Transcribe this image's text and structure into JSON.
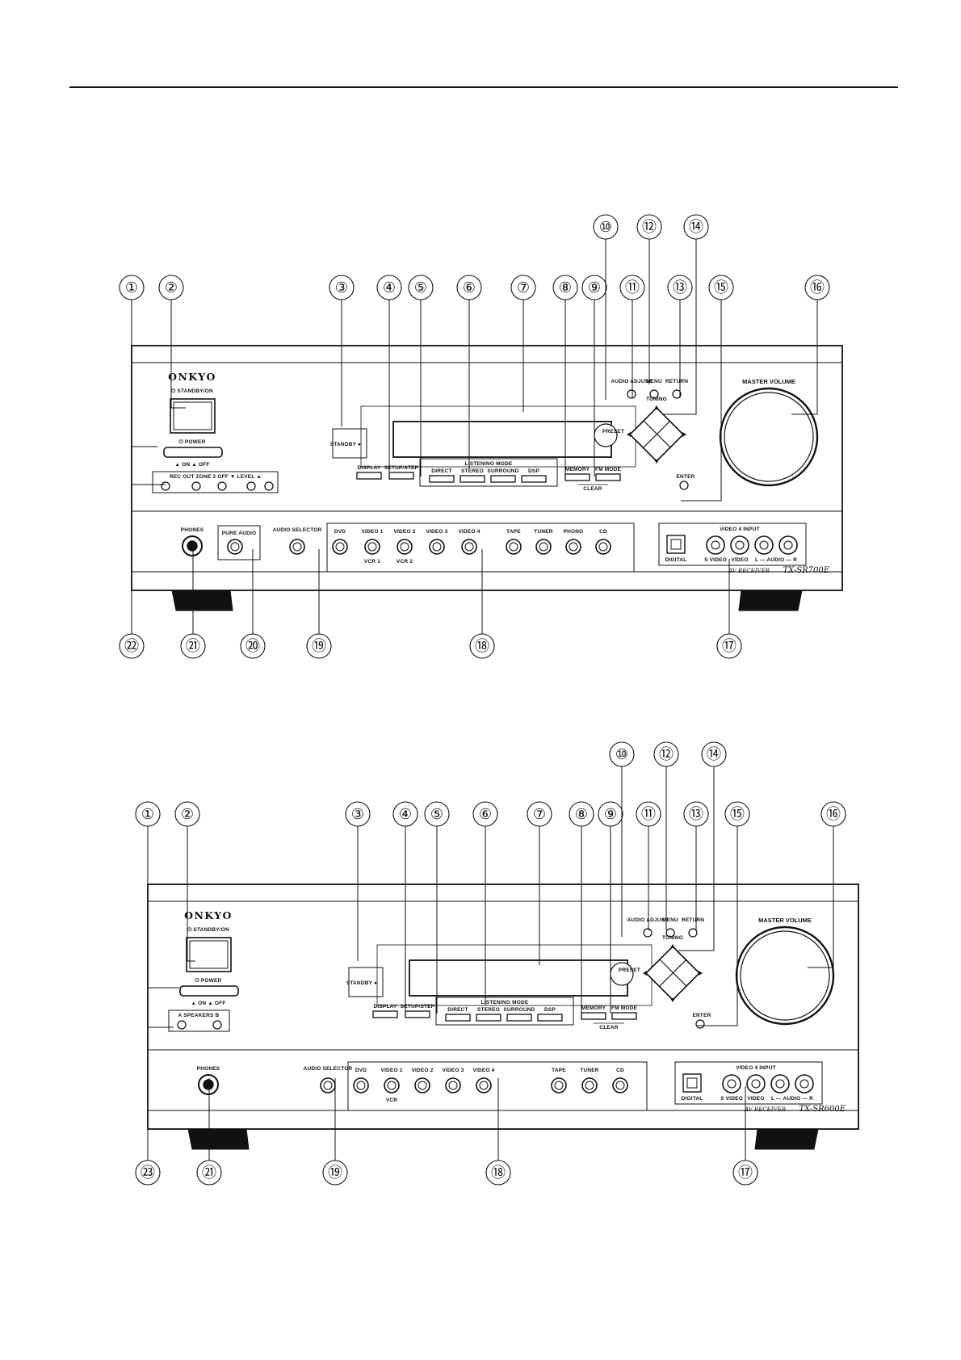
{
  "receivers": [
    {
      "id": "tx-sr700e",
      "brand": "ONKYO",
      "standby_on_label": "⏻ STANDBY/ON",
      "power_label": "⏻ POWER",
      "power_on_off": "▲ ON  ▲ OFF",
      "standby_label": "STANDBY ●",
      "display_label": "DISPLAY",
      "dimmer_label": "SETUP/STEP",
      "listening_mode_label": "LISTENING MODE",
      "listening_modes": [
        "DIRECT",
        "STEREO",
        "SURROUND",
        "DSP"
      ],
      "memory_label": "MEMORY",
      "fm_mode_label": "FM MODE",
      "clear_label": "CLEAR",
      "preset_label": "PRESET",
      "tuning_label": "TUNING",
      "audio_adjust_label": "AUDIO ADJUST",
      "menu_label": "MENU",
      "return_label": "RETURN",
      "enter_label": "ENTER",
      "master_volume_label": "MASTER VOLUME",
      "zone_label": "REC OUT   ZONE 2   OFF   ▼  LEVEL  ▲",
      "phones_label": "PHONES",
      "pure_audio_label": "PURE AUDIO",
      "audio_selector_label": "AUDIO SELECTOR",
      "inputs": [
        "DVD",
        "VIDEO 1",
        "VIDEO 2",
        "VIDEO 3",
        "VIDEO 4",
        "TAPE",
        "TUNER",
        "PHONO",
        "CD"
      ],
      "input_sublabels": [
        "VCR 1",
        "VCR 2"
      ],
      "video4_input_label": "VIDEO 4 INPUT",
      "video4_jacks": [
        "DIGITAL",
        "S VIDEO",
        "VIDEO",
        "L — AUDIO — R"
      ],
      "model_prefix": "AV RECEIVER",
      "model": "TX-SR700E",
      "callouts_top": [
        "⑩",
        "⑫",
        "⑭"
      ],
      "callouts_row": [
        "①",
        "②",
        "③",
        "④",
        "⑤",
        "⑥",
        "⑦",
        "⑧",
        "⑨",
        "⑪",
        "⑬",
        "⑮",
        "⑯"
      ],
      "callouts_bottom": [
        "㉒",
        "㉑",
        "⑳",
        "⑲",
        "⑱",
        "⑰"
      ]
    },
    {
      "id": "tx-sr600e",
      "brand": "ONKYO",
      "standby_on_label": "⏻ STANDBY/ON",
      "power_label": "⏻ POWER",
      "power_on_off": "▲ ON  ▲ OFF",
      "standby_label": "STANDBY ●",
      "display_label": "DISPLAY",
      "dimmer_label": "SETUP/STEP",
      "listening_mode_label": "LISTENING MODE",
      "listening_modes": [
        "DIRECT",
        "STEREO",
        "SURROUND",
        "DSP"
      ],
      "memory_label": "MEMORY",
      "fm_mode_label": "FM MODE",
      "clear_label": "CLEAR",
      "preset_label": "PRESET",
      "tuning_label": "TUNING",
      "audio_adjust_label": "AUDIO ADJUST",
      "menu_label": "MENU",
      "return_label": "RETURN",
      "enter_label": "ENTER",
      "master_volume_label": "MASTER VOLUME",
      "speakers_label": "A  SPEAKERS  B",
      "phones_label": "PHONES",
      "audio_selector_label": "AUDIO SELECTOR",
      "inputs": [
        "DVD",
        "VIDEO 1",
        "VIDEO 2",
        "VIDEO 3",
        "VIDEO 4",
        "TAPE",
        "TUNER",
        "CD"
      ],
      "input_sublabels": [
        "VCR"
      ],
      "video4_input_label": "VIDEO 4 INPUT",
      "video4_jacks": [
        "DIGITAL",
        "S VIDEO",
        "VIDEO",
        "L — AUDIO — R"
      ],
      "model_prefix": "AV RECEIVER",
      "model": "TX-SR600E",
      "callouts_top": [
        "⑩",
        "⑫",
        "⑭"
      ],
      "callouts_row": [
        "①",
        "②",
        "③",
        "④",
        "⑤",
        "⑥",
        "⑦",
        "⑧",
        "⑨",
        "⑪",
        "⑬",
        "⑮",
        "⑯"
      ],
      "callouts_bottom": [
        "㉓",
        "㉑",
        "⑲",
        "⑱",
        "⑰"
      ]
    }
  ]
}
